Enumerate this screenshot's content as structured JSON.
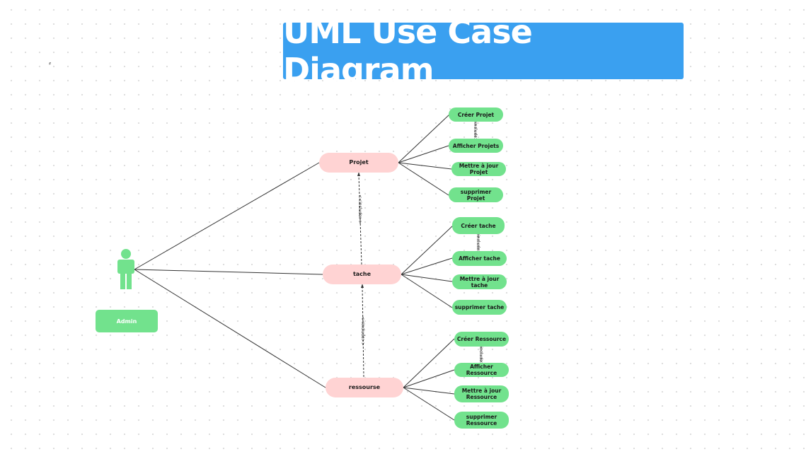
{
  "title": "UML Use Case Diagram",
  "actor": {
    "label": "Admin",
    "icon": "person-icon",
    "color": "#72e28d"
  },
  "colors": {
    "banner": "#3aa0f0",
    "main_case": "#ffd3d3",
    "sub_case": "#72e28d"
  },
  "use_cases": {
    "projet": {
      "label": "Projet",
      "subs": [
        "Créer Projet",
        "Afficher Projets",
        "Mettre à jour Projet",
        "supprimer Projet"
      ]
    },
    "tache": {
      "label": "tache",
      "subs": [
        "Créer tache",
        "Afficher tache",
        "Mettre à jour tache",
        "supprimer tache"
      ]
    },
    "ressource": {
      "label": "ressourse",
      "subs": [
        "Créer Ressource",
        "Afficher Ressource",
        "Mettre à jour Ressource",
        "supprimer Ressource"
      ]
    }
  },
  "relations": {
    "include": "<<include>>"
  }
}
